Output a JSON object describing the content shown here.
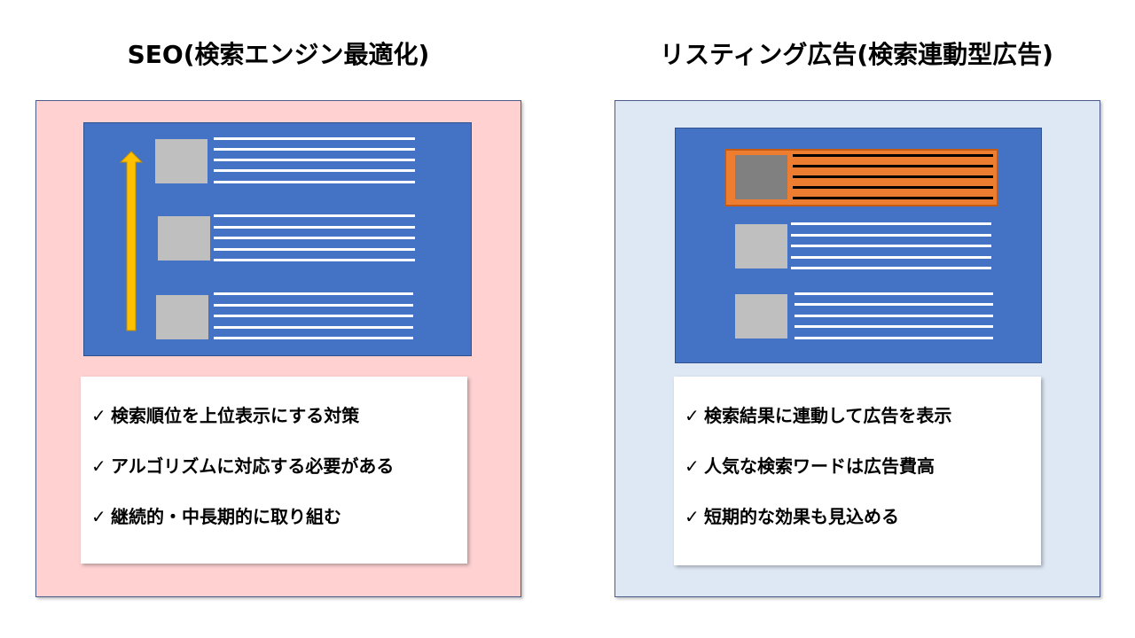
{
  "seo": {
    "title": "SEO(検索エンジン最適化)",
    "points": [
      "検索順位を上位表示にする対策",
      "アルゴリズムに対応する必要がある",
      "継続的・中長期的に取り組む"
    ]
  },
  "listing": {
    "title": "リスティング広告(検索連動型広告)",
    "points": [
      "検索結果に連動して広告を表示",
      "人気な検索ワードは広告費高",
      "短期的な効果も見込める"
    ]
  },
  "colors": {
    "seo_panel": "#ffd1d1",
    "listing_panel": "#dee8f5",
    "screen": "#4472c4",
    "thumb": "#bfbfbf",
    "ad_highlight": "#ed7d31",
    "rank_arrow": "#ffc000"
  },
  "icons": {
    "check": "✓",
    "rank_arrow": "up-arrow-icon"
  }
}
